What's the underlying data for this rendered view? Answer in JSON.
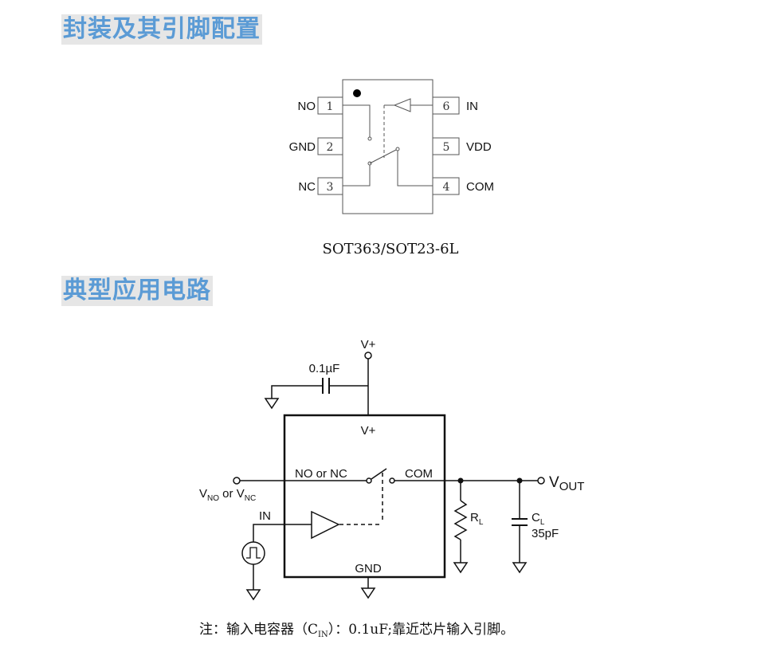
{
  "section_pinout": {
    "title": "封装及其引脚配置"
  },
  "package": {
    "caption": "SOT363/SOT23-6L",
    "pins_left": [
      {
        "num": "1",
        "label": "NO"
      },
      {
        "num": "2",
        "label": "GND"
      },
      {
        "num": "3",
        "label": "NC"
      }
    ],
    "pins_right": [
      {
        "num": "6",
        "label": "IN"
      },
      {
        "num": "5",
        "label": "VDD"
      },
      {
        "num": "4",
        "label": "COM"
      }
    ]
  },
  "section_circuit": {
    "title": "典型应用电路"
  },
  "circuit": {
    "supply_label": "V+",
    "supply_pin_label": "V+",
    "cap_in_value": "0.1µF",
    "switch_label": "NO or NC",
    "com_label": "COM",
    "gnd_label": "GND",
    "in_label": "IN",
    "input_terminal": {
      "v1": "V",
      "s1": "NO",
      "mid": " or ",
      "v2": "V",
      "s2": "NC"
    },
    "rl": {
      "main": "R",
      "sub": "L"
    },
    "cl": {
      "main": "C",
      "sub": "L",
      "value": "35pF"
    },
    "vout": {
      "main": "V",
      "sub": "OUT"
    }
  },
  "note": {
    "prefix": "注：输入电容器（C",
    "sub": "IN",
    "suffix": "）：0.1uF;靠近芯片输入引脚。"
  }
}
